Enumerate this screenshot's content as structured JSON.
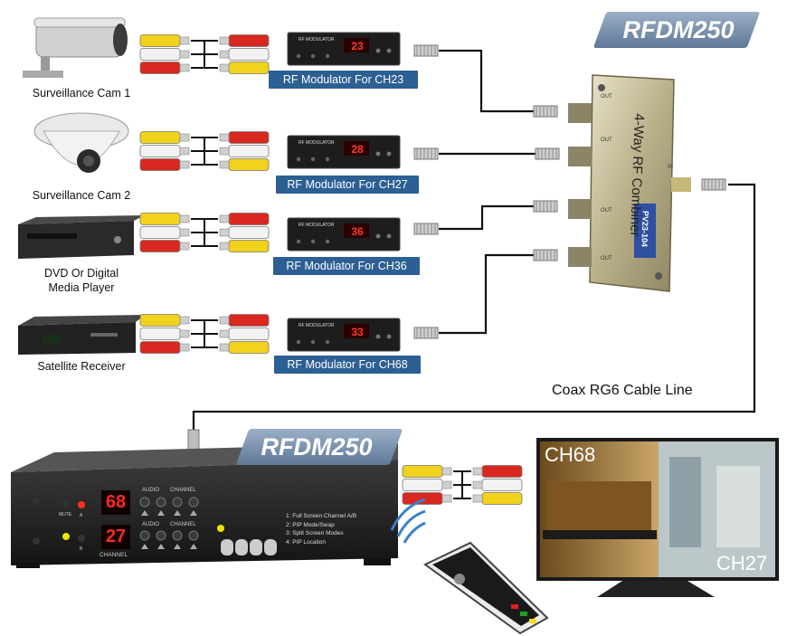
{
  "badges": {
    "top": "RFDM250",
    "bottom": "RFDM250"
  },
  "sources": [
    {
      "label": "Surveillance Cam 1"
    },
    {
      "label": "Surveillance Cam 2"
    },
    {
      "label": "DVD Or Digital\nMedia Player"
    },
    {
      "label": "Satellite Receiver"
    }
  ],
  "modulators": [
    {
      "label": "RF Modulator For CH23",
      "display": "23",
      "title": "RF MODULATOR"
    },
    {
      "label": "RF Modulator For CH27",
      "display": "28",
      "title": "RF MODULATOR"
    },
    {
      "label": "RF Modulator For CH36",
      "display": "36",
      "title": "RF MODULATOR"
    },
    {
      "label": "RF Modulator For CH68",
      "display": "33",
      "title": "RF MODULATOR"
    }
  ],
  "combiner": {
    "label": "4-Way RF Combiner",
    "model": "PV23-104",
    "port_in": "IN",
    "port_out": "OUT"
  },
  "cable_label": "Coax RG6 Cable Line",
  "receiver": {
    "display_a": "68",
    "display_b": "27",
    "channel_label": "CHANNEL",
    "audio_label": "AUDIO",
    "channel_group_label": "CHANNEL",
    "mute_label": "MUTE",
    "input_a": "A",
    "input_b": "B",
    "menu": [
      "1: Full Screen Channel A/B",
      "2: PIP Mode/Swap",
      "3: Split Screen Modes",
      "4: PIP Location"
    ]
  },
  "tv": {
    "left_channel": "CH68",
    "right_channel": "CH27"
  },
  "colors": {
    "accent_blue": "#2c5f93",
    "rca_red": "#d8281f",
    "rca_yellow": "#f1d21c",
    "rca_white": "#f2f2f2",
    "led_red": "#ff2a1f"
  }
}
